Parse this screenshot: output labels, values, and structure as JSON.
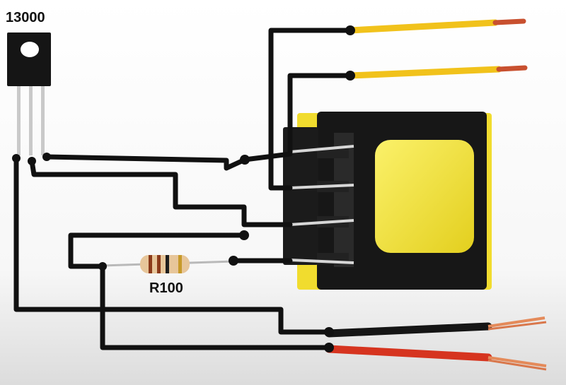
{
  "labels": {
    "transistor": "13000",
    "resistor": "R100"
  },
  "colors": {
    "background": "#ffffff",
    "wire": "#111111",
    "yellow_lead": "#f1c21b",
    "copper": "#c8502f",
    "ferrite": "#1a1a1a",
    "bobbin": "#f4e23a",
    "black_cable": "#151515",
    "red_cable": "#d6341f"
  },
  "components": {
    "transistor": "npn-transistor",
    "transformer": "ferrite-transformer",
    "resistor": "resistor",
    "output_leads": [
      "yellow-wire",
      "yellow-wire"
    ],
    "input_leads": [
      "black-wire",
      "red-wire"
    ]
  }
}
